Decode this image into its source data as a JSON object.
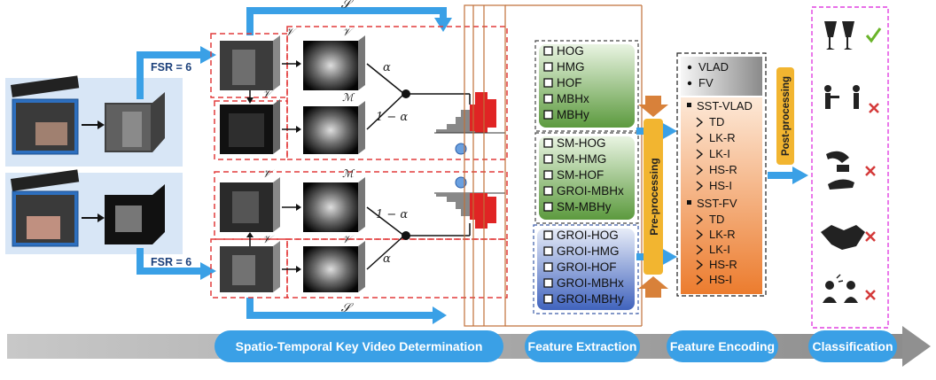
{
  "pipeline": {
    "stage1": "Spatio-Temporal Key Video Determination",
    "stage2": "Feature Extraction",
    "stage3": "Feature Encoding",
    "stage4": "Classification"
  },
  "key_video": {
    "fsr_top": "FSR = 6",
    "fsr_bottom": "FSR = 6",
    "s_top": "𝒮",
    "s_bottom": "𝒮",
    "v_top": "𝒱",
    "v_top2": "𝒱",
    "v_top3": "𝒱",
    "m_top": "ℳ",
    "v_bot": "𝒱",
    "v_bot2": "𝒱",
    "v_bot3": "𝒱",
    "m_bot": "ℳ",
    "alpha_top": "α",
    "one_minus_alpha_top": "1 − α",
    "alpha_bot": "α",
    "one_minus_alpha_bot": "1 − α"
  },
  "features": {
    "group1": [
      "HOG",
      "HMG",
      "HOF",
      "MBHx",
      "MBHy"
    ],
    "group2": [
      "SM-HOG",
      "SM-HMG",
      "SM-HOF",
      "GROI-MBHx",
      "SM-MBHy"
    ],
    "group3": [
      "GROI-HOG",
      "GROI-HMG",
      "GROI-HOF",
      "GROI-MBHx",
      "GROI-MBHy"
    ],
    "pre_processing": "Pre-processing"
  },
  "encoding": {
    "top": [
      "VLAD",
      "FV"
    ],
    "sst_vlad": "SST-VLAD",
    "sst_vlad_items": [
      "TD",
      "LK-R",
      "LK-I",
      "HS-R",
      "HS-I"
    ],
    "sst_fv": "SST-FV",
    "sst_fv_items": [
      "TD",
      "LK-R",
      "LK-I",
      "HS-R",
      "HS-I"
    ],
    "post_processing": "Post-processing"
  },
  "colors": {
    "arrow_blue": "#3aa0e6",
    "red_dash": "#e23b3b",
    "green": "#6aa84f",
    "blue_box": "#4a6fc7",
    "orange_box": "#f08c3a",
    "pre_bar": "#f2b530",
    "magenta_dash": "#e040e0"
  }
}
